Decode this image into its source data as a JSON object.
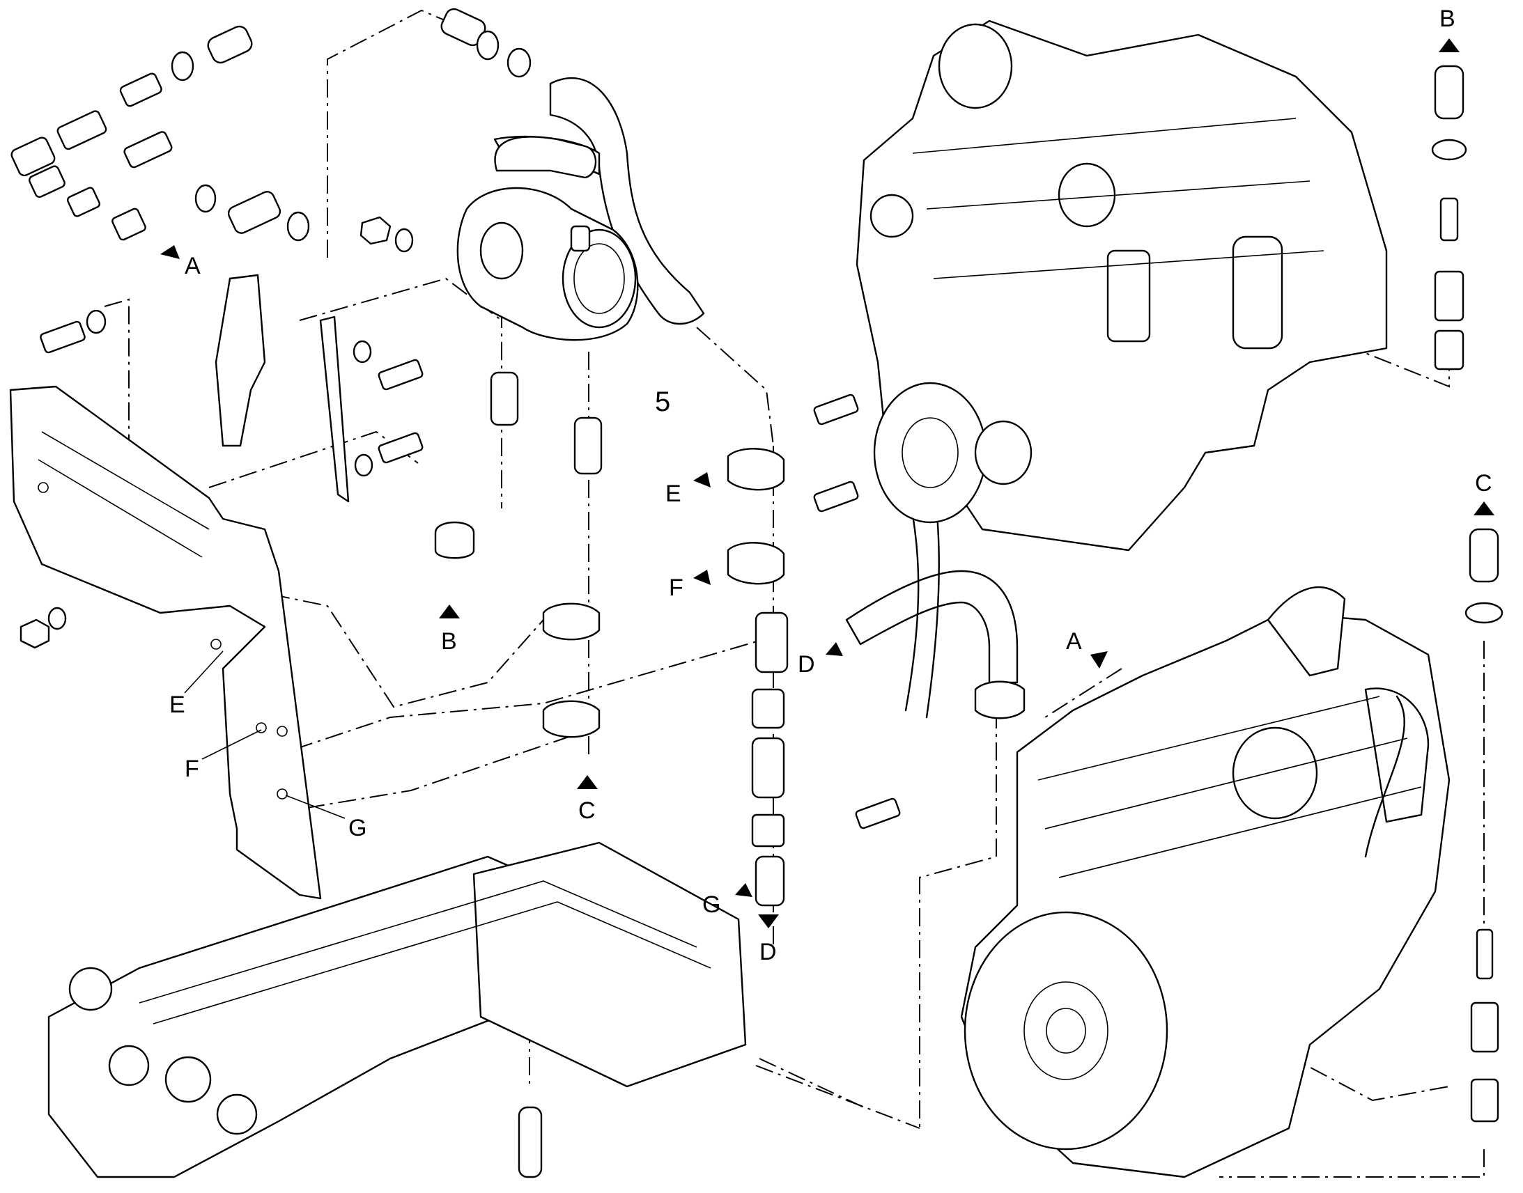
{
  "figure_number": "5",
  "callouts": {
    "A": "A",
    "B": "B",
    "C": "C",
    "D": "D",
    "E": "E",
    "F": "F",
    "G": "G"
  }
}
